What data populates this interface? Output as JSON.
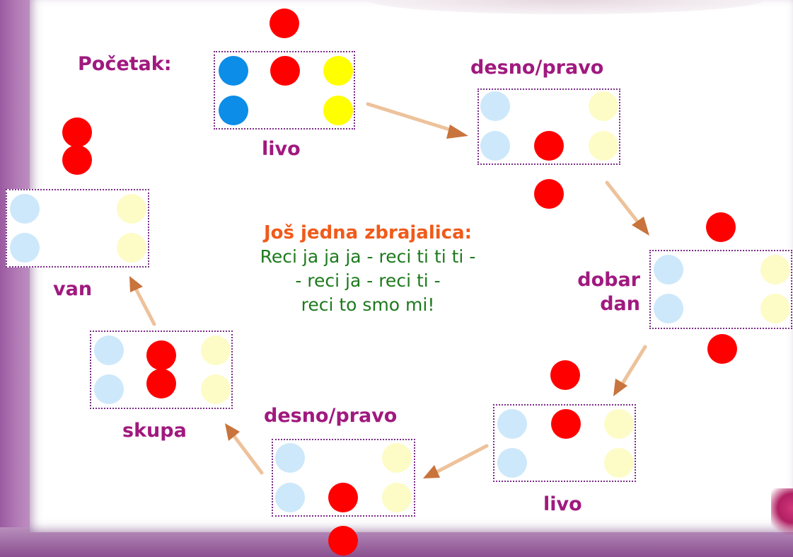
{
  "labels": {
    "start": "Početak:",
    "step1_below": "livo",
    "step2": "desno/pravo",
    "step3_line1": "dobar",
    "step3_line2": "dan",
    "step4": "livo",
    "step5": "desno/pravo",
    "step6": "skupa",
    "step7": "van"
  },
  "rhyme": {
    "title": "Još jedna zbrajalica:",
    "lines": [
      "Reci ja ja ja - reci ti ti ti -",
      "- reci ja - reci ti -",
      "reci to smo mi!"
    ]
  },
  "colors": {
    "label": "#a0197f",
    "rhyme_title": "#f05a1a",
    "rhyme_text": "#1e7a1e",
    "red": "#ff0000",
    "blue": "#0b8de8",
    "yellow": "#ffff00"
  }
}
